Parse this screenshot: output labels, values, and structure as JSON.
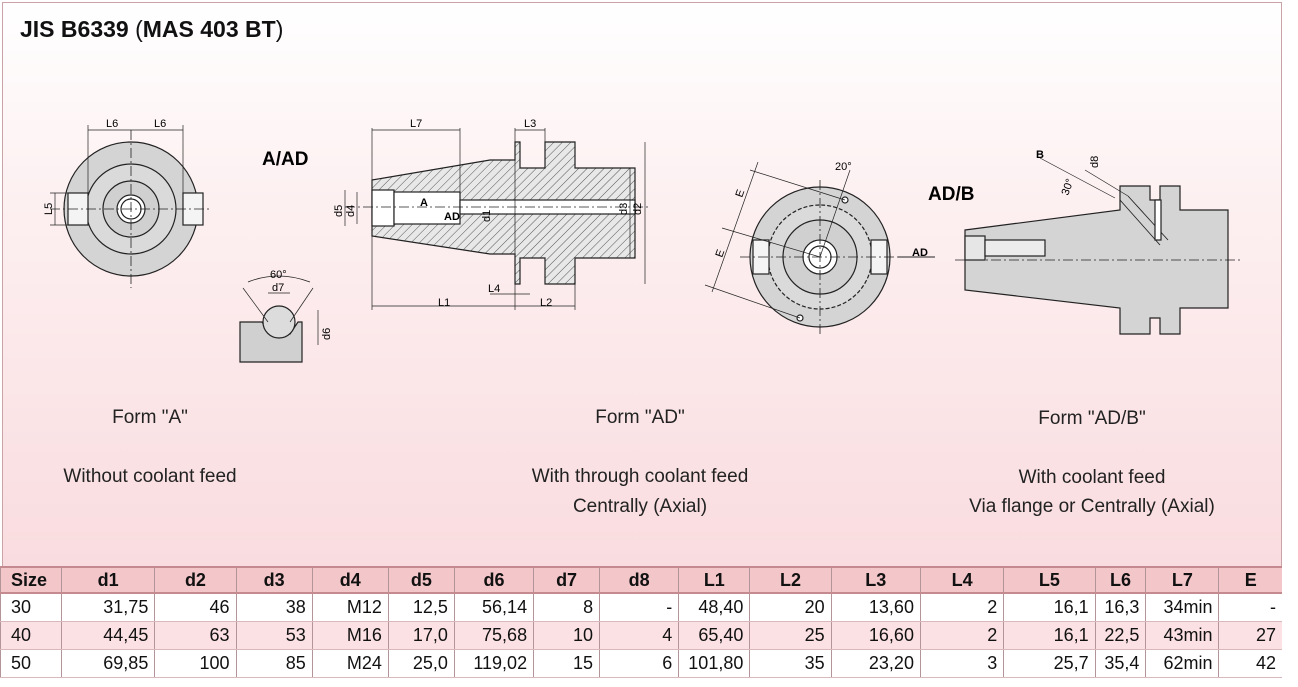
{
  "title": {
    "main": "JIS B6339",
    "open": " (",
    "standard": "MAS 403 BT",
    "close": ")"
  },
  "drawing_labels": {
    "a_ad": "A/AD",
    "ad_b": "AD/B",
    "ad_arrow": "AD",
    "l6_left": "L6",
    "l6_right": "L6",
    "l5": "L5",
    "l7": "L7",
    "l3": "L3",
    "l1": "L1",
    "l2": "L2",
    "l4": "L4",
    "d1": "d1",
    "d2": "d2",
    "d3": "d3",
    "d4": "d4",
    "d5": "d5",
    "d6": "d6",
    "d7": "d7",
    "d8": "d8",
    "a": "A",
    "ad_inner": "AD",
    "angle60": "60°",
    "angle20": "20°",
    "angle30": "30°",
    "e1": "E",
    "e2": "E",
    "b": "B"
  },
  "forms": [
    {
      "name": "Form \"A\"",
      "desc1": "Without coolant feed",
      "desc2": ""
    },
    {
      "name": "Form \"AD\"",
      "desc1": "With through coolant feed",
      "desc2": "Centrally (Axial)"
    },
    {
      "name": "Form \"AD/B\"",
      "desc1": "With coolant feed",
      "desc2": "Via flange or Centrally (Axial)"
    }
  ],
  "table": {
    "headers": [
      "Size",
      "d1",
      "d2",
      "d3",
      "d4",
      "d5",
      "d6",
      "d7",
      "d8",
      "L1",
      "L2",
      "L3",
      "L4",
      "L5",
      "L6",
      "L7",
      "E"
    ],
    "rows": [
      [
        "30",
        "31,75",
        "46",
        "38",
        "M12",
        "12,5",
        "56,14",
        "8",
        "-",
        "48,40",
        "20",
        "13,60",
        "2",
        "16,1",
        "16,3",
        "34min",
        "-"
      ],
      [
        "40",
        "44,45",
        "63",
        "53",
        "M16",
        "17,0",
        "75,68",
        "10",
        "4",
        "65,40",
        "25",
        "16,60",
        "2",
        "16,1",
        "22,5",
        "43min",
        "27"
      ],
      [
        "50",
        "69,85",
        "100",
        "85",
        "M24",
        "25,0",
        "119,02",
        "15",
        "6",
        "101,80",
        "35",
        "23,20",
        "3",
        "25,7",
        "35,4",
        "62min",
        "42"
      ]
    ]
  },
  "colors": {
    "panel_bg": "#f9dcdf",
    "header_bg": "#f3c6c9",
    "part_fill": "#d4d4d4"
  }
}
